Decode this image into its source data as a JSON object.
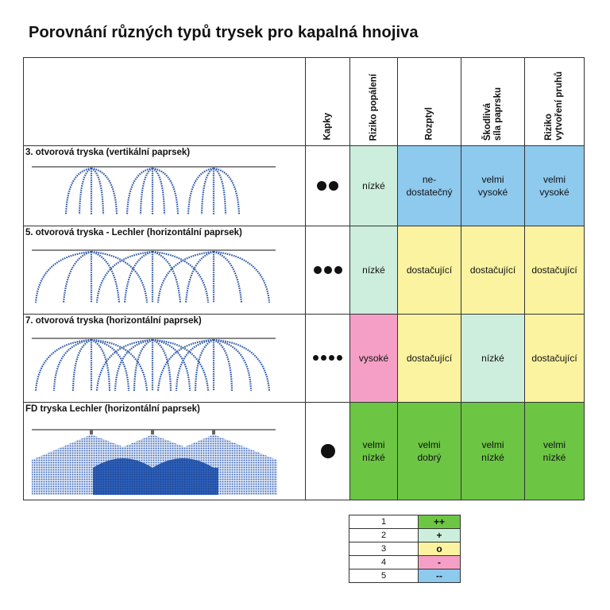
{
  "title": "Porovnání různých typů trysek pro kapalná hnojiva",
  "headers": {
    "kapky": "Kapky",
    "riziko_popaleni": "Riziko popálení",
    "rozptyl": "Rozptyl",
    "skodliva_sila": "Škodlivá\nsíla paprsku",
    "riziko_pruhu": "Riziko\nvytvoření pruhů"
  },
  "colors": {
    "1": "#6cc644",
    "2": "#cdeedd",
    "3": "#fbf3a0",
    "4": "#f59fc6",
    "5": "#8ec9ee"
  },
  "rows": [
    {
      "name": "3. otvorová tryska (vertikální paprsek)",
      "drops": 2,
      "cells": [
        {
          "text": "nízké",
          "rating": 2
        },
        {
          "text": "ne-\ndostatečný",
          "rating": 5
        },
        {
          "text": "velmi\nvysoké",
          "rating": 5
        },
        {
          "text": "velmi\nvysoké",
          "rating": 5
        }
      ]
    },
    {
      "name": "5. otvorová tryska - Lechler (horizontální paprsek)",
      "drops": 3,
      "cells": [
        {
          "text": "nízké",
          "rating": 2
        },
        {
          "text": "dostačující",
          "rating": 3
        },
        {
          "text": "dostačující",
          "rating": 3
        },
        {
          "text": "dostačující",
          "rating": 3
        }
      ]
    },
    {
      "name": "7. otvorová tryska (horizontální paprsek)",
      "drops": 4,
      "cells": [
        {
          "text": "vysoké",
          "rating": 4
        },
        {
          "text": "dostačující",
          "rating": 3
        },
        {
          "text": "nízké",
          "rating": 2
        },
        {
          "text": "dostačující",
          "rating": 3
        }
      ]
    },
    {
      "name": "FD tryska Lechler (horizontální paprsek)",
      "drops": 1,
      "cells": [
        {
          "text": "velmi\nnízké",
          "rating": 1
        },
        {
          "text": "velmi\ndobrý",
          "rating": 1
        },
        {
          "text": "velmi\nnízké",
          "rating": 1
        },
        {
          "text": "velmi\nnízké",
          "rating": 1
        }
      ]
    }
  ],
  "legend": [
    {
      "num": "1",
      "symbol": "++"
    },
    {
      "num": "2",
      "symbol": "+"
    },
    {
      "num": "3",
      "symbol": "o"
    },
    {
      "num": "4",
      "symbol": "-"
    },
    {
      "num": "5",
      "symbol": "--"
    }
  ]
}
